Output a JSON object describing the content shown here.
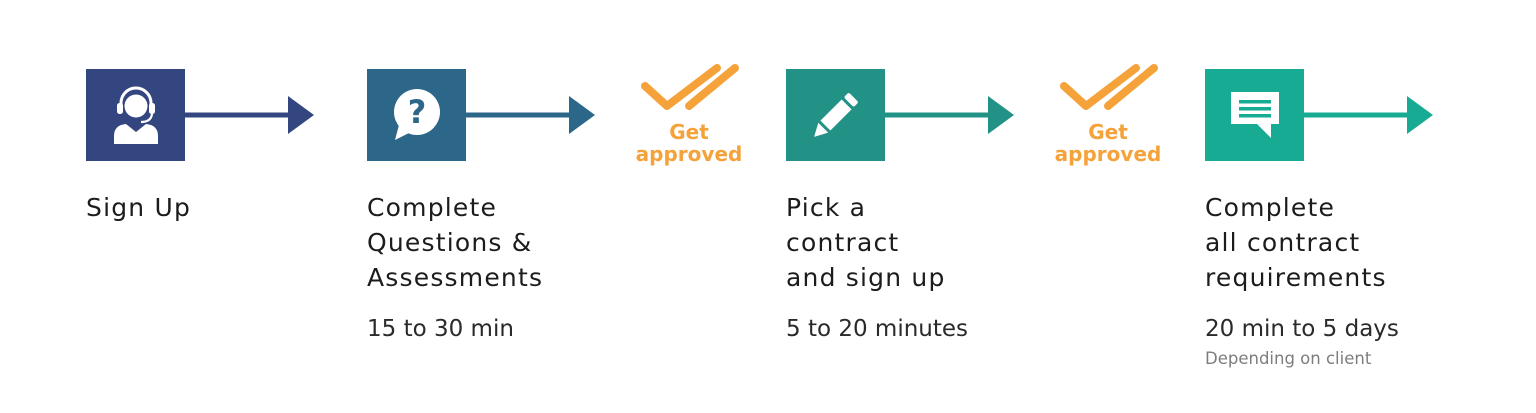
{
  "colors": {
    "step1": "#34467f",
    "step2": "#2c6688",
    "step3": "#219285",
    "step4": "#18ab93",
    "approve": "#f5a23a"
  },
  "steps": [
    {
      "icon": "headset-user-icon",
      "title_lines": [
        "Sign Up"
      ],
      "duration": "",
      "note": ""
    },
    {
      "icon": "question-bubble-icon",
      "title_lines": [
        "Complete",
        "Questions &",
        "Assessments"
      ],
      "duration": "15 to 30 min",
      "note": ""
    },
    {
      "icon": "pencil-icon",
      "title_lines": [
        "Pick a",
        "contract",
        "and sign up"
      ],
      "duration": "5 to 20 minutes",
      "note": ""
    },
    {
      "icon": "message-icon",
      "title_lines": [
        "Complete",
        "all contract",
        "requirements"
      ],
      "duration": "20 min to 5 days",
      "note": "Depending on client"
    }
  ],
  "approvals": [
    {
      "icon": "double-check-icon",
      "label_lines": [
        "Get",
        "approved"
      ]
    },
    {
      "icon": "double-check-icon",
      "label_lines": [
        "Get",
        "approved"
      ]
    }
  ]
}
